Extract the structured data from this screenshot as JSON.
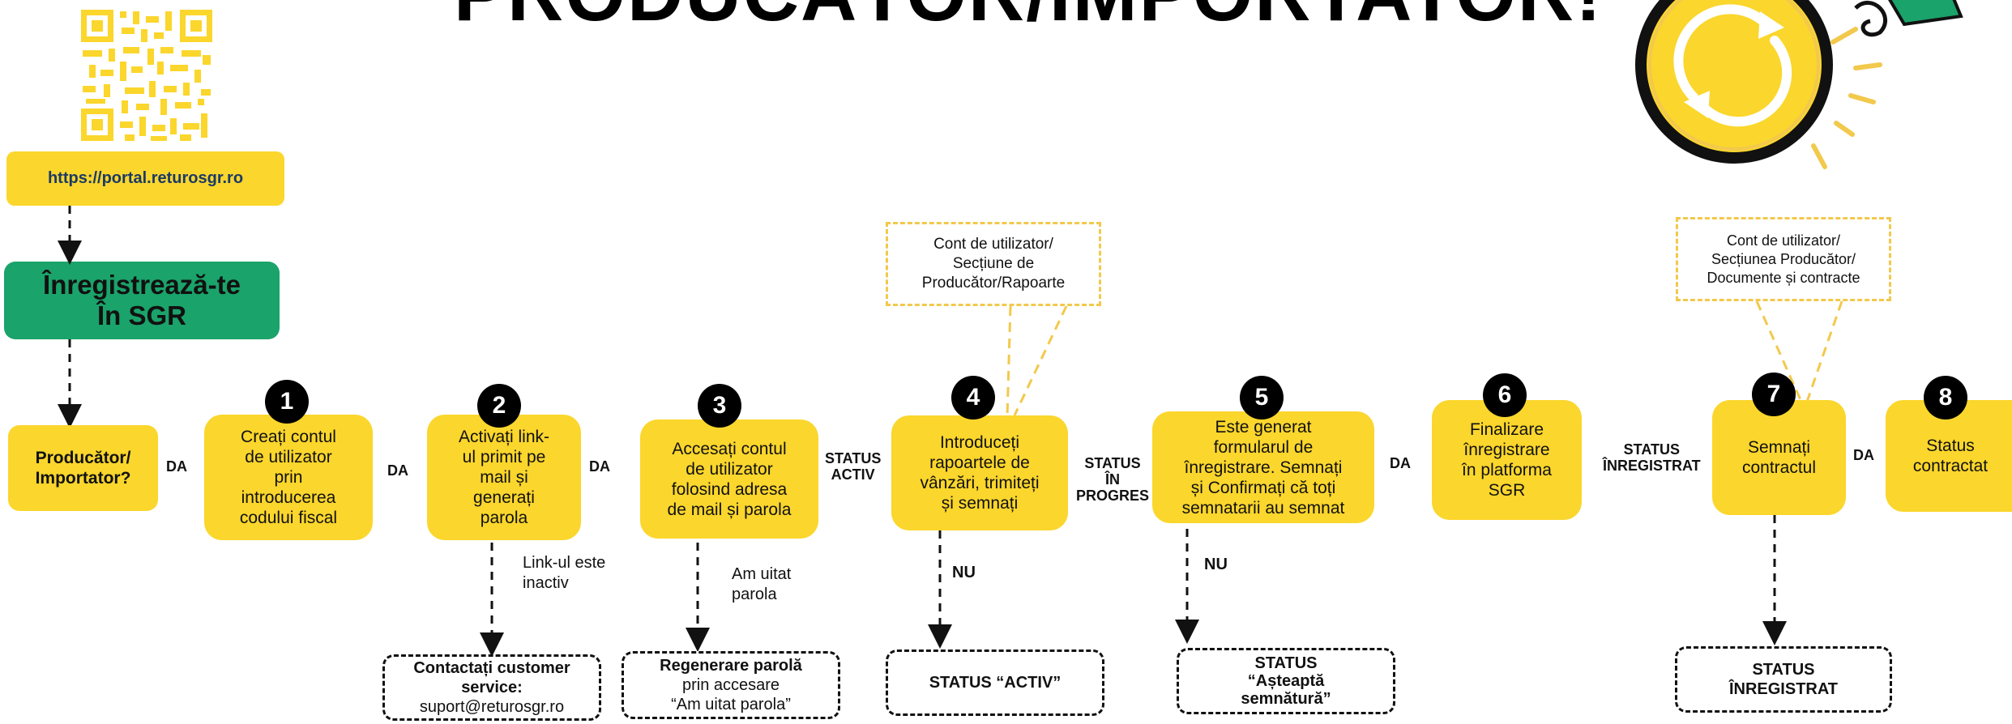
{
  "title": "PRODUCĂTOR/IMPORTATOR!",
  "qr": {
    "label": "qr-code"
  },
  "portal_url": "https://portal.returosgr.ro",
  "register_box": "Înregistrează-te\nÎn SGR",
  "question": "Producător/\nImportator?",
  "steps": [
    {
      "number": "1",
      "text": "Creați contul\nde utilizator\nprin\nintroducerea\ncodului fiscal"
    },
    {
      "number": "2",
      "text": "Activați link-\nul primit pe\nmail și\ngenerați\nparola"
    },
    {
      "number": "3",
      "text": "Accesați contul\nde utilizator\nfolosind adresa\nde mail și parola"
    },
    {
      "number": "4",
      "text": "Introduceți\nrapoartele de\nvânzări, trimiteți\nși semnați"
    },
    {
      "number": "5",
      "text": "Este generat\nformularul de\nînregistrare. Semnați\nși Confirmați că toți\nsemnatarii au semnat"
    },
    {
      "number": "6",
      "text": "Finalizare\nînregistrare\nîn platforma\nSGR"
    },
    {
      "number": "7",
      "text": "Semnați\ncontractul"
    },
    {
      "number": "8",
      "text": "Status\ncontractat"
    }
  ],
  "connectors": {
    "da": "DA",
    "nu": "NU",
    "status_activ": "STATUS\nACTIV",
    "status_in_progres": "STATUS\nÎN\nPROGRES",
    "status_inregistrat": "STATUS\nÎNREGISTRAT"
  },
  "notes": {
    "link_inactive": "Link-ul este\ninactiv",
    "forgot_password": "Am uitat\nparola"
  },
  "outcomes": {
    "customer_service_title": "Contactați customer\nservice:",
    "customer_service_email": "suport@returosgr.ro",
    "regen_title": "Regenerare parolă",
    "regen_text": "prin accesare\n“Am uitat parola”",
    "status_activ": "STATUS “ACTIV”",
    "status_asteapta": "STATUS\n“Așteaptă\nsemnătură”",
    "status_inregistrat": "STATUS\nÎNREGISTRAT"
  },
  "callouts": {
    "rapoarte": "Cont de utilizator/\nSecțiune de\nProducător/Rapoarte",
    "documente": "Cont de utilizator/\nSecțiunea Producător/\nDocumente și contracte"
  },
  "colors": {
    "yellow": "#fbd62c",
    "green": "#1aa36a",
    "callout_border": "#f2c94c",
    "url_text": "#1b3a66",
    "black": "#000000"
  }
}
